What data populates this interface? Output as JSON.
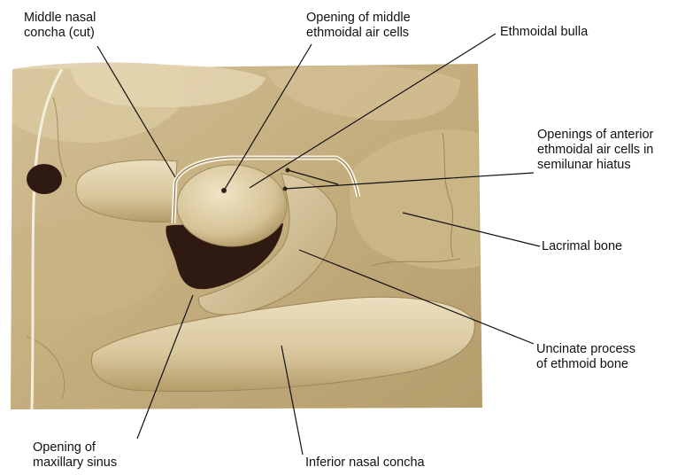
{
  "labels": {
    "middle_nasal_concha": "Middle nasal\nconcha (cut)",
    "opening_middle_ethmoidal": "Opening of middle\nethmoidal air cells",
    "ethmoidal_bulla": "Ethmoidal bulla",
    "openings_anterior_ethmoidal": "Openings of anterior\nethmoidal air cells in\nsemilunar hiatus",
    "lacrimal_bone": "Lacrimal bone",
    "uncinate_process": "Uncinate process\nof ethmoid bone",
    "opening_maxillary_sinus": "Opening of\nmaxillary sinus",
    "inferior_nasal_concha": "Inferior nasal concha"
  },
  "colors": {
    "background": "#ffffff",
    "bone_base": "#cdb88a",
    "bone_light": "#e8dcbc",
    "bone_shadow": "#a38c5e",
    "cavity_dark": "#2f1a12",
    "leader_line": "#111111"
  }
}
